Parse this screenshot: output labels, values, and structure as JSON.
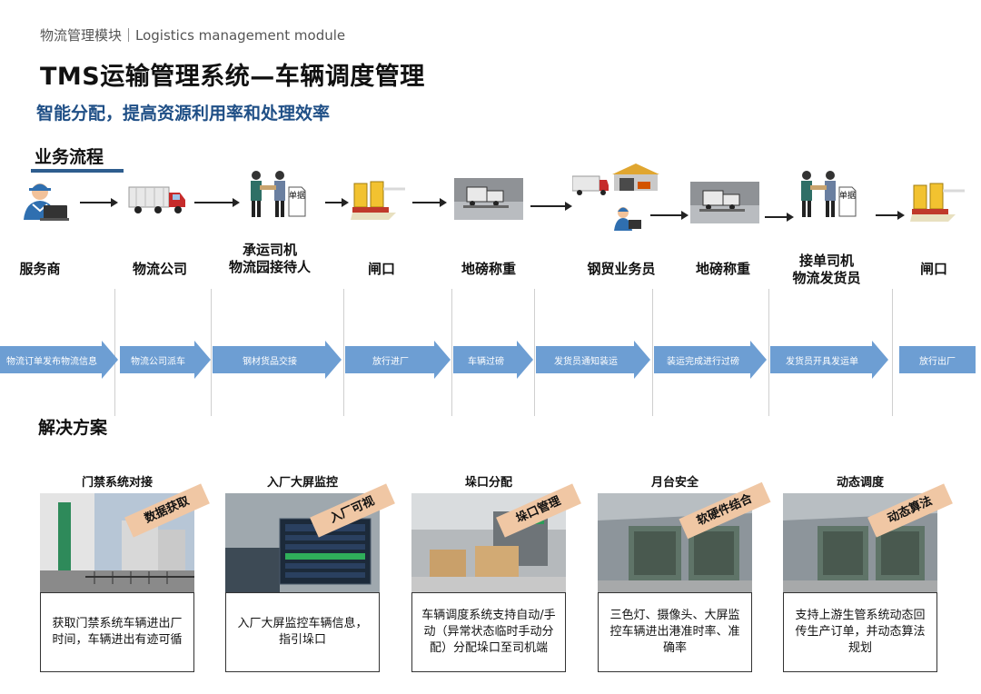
{
  "header": {
    "breadcrumb": "物流管理模块｜Logistics management module",
    "title": "TMS运输管理系统—车辆调度管理",
    "subtitle": "智能分配，提高资源利用率和处理效率"
  },
  "process": {
    "section_title": "业务流程",
    "nodes": [
      {
        "label": "服务商",
        "icon": "worker-laptop-icon"
      },
      {
        "label": "物流公司",
        "icon": "truck-icon"
      },
      {
        "label": "承运司机\n物流园接待人",
        "icon": "handshake-document-icon"
      },
      {
        "label": "闸口",
        "icon": "gate-barrier-icon"
      },
      {
        "label": "地磅称重",
        "icon": "truck-scale-icon"
      },
      {
        "label": "钢贸业务员",
        "icon": "warehouse-truck-icon"
      },
      {
        "label": "地磅称重",
        "icon": "truck-scale-icon"
      },
      {
        "label": "接单司机\n物流发货员",
        "icon": "handshake-document-icon"
      },
      {
        "label": "闸口",
        "icon": "gate-barrier-icon"
      }
    ],
    "icon_doc_text": "单据",
    "steps": [
      "物流订单发布物流信息",
      "物流公司派车",
      "钢材货品交接",
      "放行进厂",
      "车辆过磅",
      "发货员通知装运",
      "装运完成进行过磅",
      "发货员开具发运单",
      "放行出厂"
    ]
  },
  "solutions": {
    "section_title": "解决方案",
    "cards": [
      {
        "title": "门禁系统对接",
        "tag": "数据获取",
        "text": "获取门禁系统车辆进出厂时间，车辆进出有迹可循"
      },
      {
        "title": "入厂大屏监控",
        "tag": "入厂可视",
        "text": "入厂大屏监控车辆信息，指引垛口"
      },
      {
        "title": "垛口分配",
        "tag": "垛口管理",
        "text": "车辆调度系统支持自动/手动（异常状态临时手动分配）分配垛口至司机端"
      },
      {
        "title": "月台安全",
        "tag": "软硬件结合",
        "text": "三色灯、摄像头、大屏监控车辆进出港准时率、准确率"
      },
      {
        "title": "动态调度",
        "tag": "动态算法",
        "text": "支持上游生管系统动态回传生产订单，并动态算法规划"
      }
    ]
  },
  "colors": {
    "accent_blue": "#1f4f86",
    "step_arrow": "#6d9ed3",
    "tag": "#f0c7a4"
  }
}
